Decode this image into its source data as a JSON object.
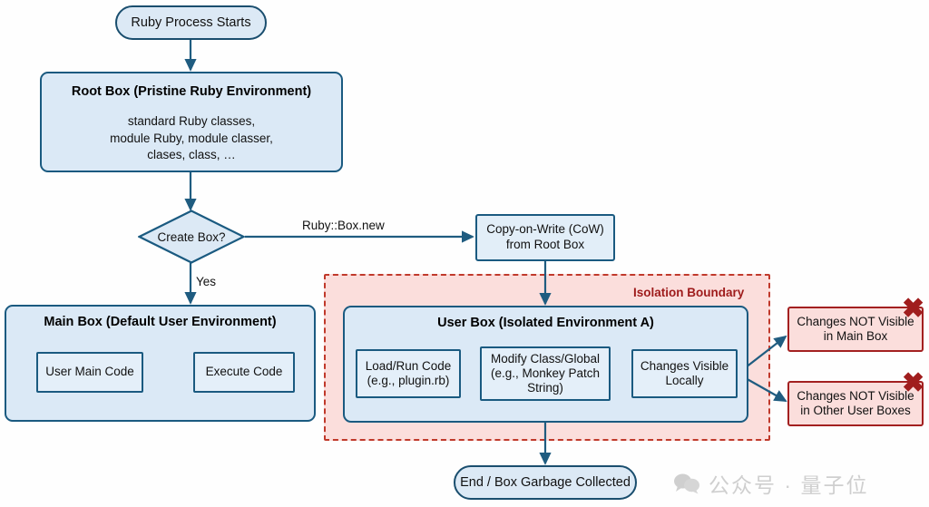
{
  "diagram": {
    "title": "Ruby Box / Namespace isolation flowchart",
    "background": "#fefefe",
    "colors": {
      "node_fill": "#dbe9f6",
      "node_border": "#1a5a80",
      "arrow": "#1f5c80",
      "isolation_fill": "#fbdedc",
      "isolation_border": "#c0392b",
      "isolation_label": "#9e1b1b",
      "alert_border": "#a32020",
      "alert_fill": "#fbdedc",
      "x_mark": "#a01d1d"
    }
  },
  "nodes": {
    "start": {
      "label": "Ruby Process Starts",
      "shape": "terminator"
    },
    "root_box": {
      "title": "Root Box (Pristine Ruby Environment)",
      "body_lines": [
        "standard Ruby classes,",
        "module Ruby, module classer,",
        "clases, class, …"
      ],
      "shape": "container"
    },
    "decision": {
      "label": "Create Box?",
      "shape": "diamond"
    },
    "cow": {
      "line1": "Copy-on-Write (CoW)",
      "line2": "from Root Box",
      "shape": "process"
    },
    "main_box": {
      "title": "Main Box (Default User Environment)",
      "children": [
        {
          "label": "User Main Code"
        },
        {
          "label": "Execute Code"
        }
      ],
      "shape": "container"
    },
    "isolation": {
      "label": "Isolation Boundary"
    },
    "user_box": {
      "title": "User Box (Isolated Environment A)",
      "children": [
        {
          "line1": "Load/Run Code",
          "line2": "(e.g., plugin.rb)",
          "line3": ""
        },
        {
          "line1": "Modify Class/Global",
          "line2": "(e.g., Monkey Patch",
          "line3": "String)"
        },
        {
          "line1": "Changes Visible",
          "line2": "Locally",
          "line3": ""
        }
      ],
      "shape": "container"
    },
    "alert_main": {
      "line1": "Changes NOT Visible",
      "line2": "in Main Box",
      "badge": "✖"
    },
    "alert_other": {
      "line1": "Changes NOT Visible",
      "line2": "in Other User Boxes",
      "badge": "✖"
    },
    "end": {
      "label": "End / Box Garbage Collected",
      "shape": "terminator"
    }
  },
  "edges": {
    "create_box_new": {
      "label": "Ruby::Box.new"
    },
    "yes": {
      "label": "Yes"
    }
  },
  "watermark": {
    "icon": "wechat-icon",
    "text": "公众号 · 量子位"
  }
}
